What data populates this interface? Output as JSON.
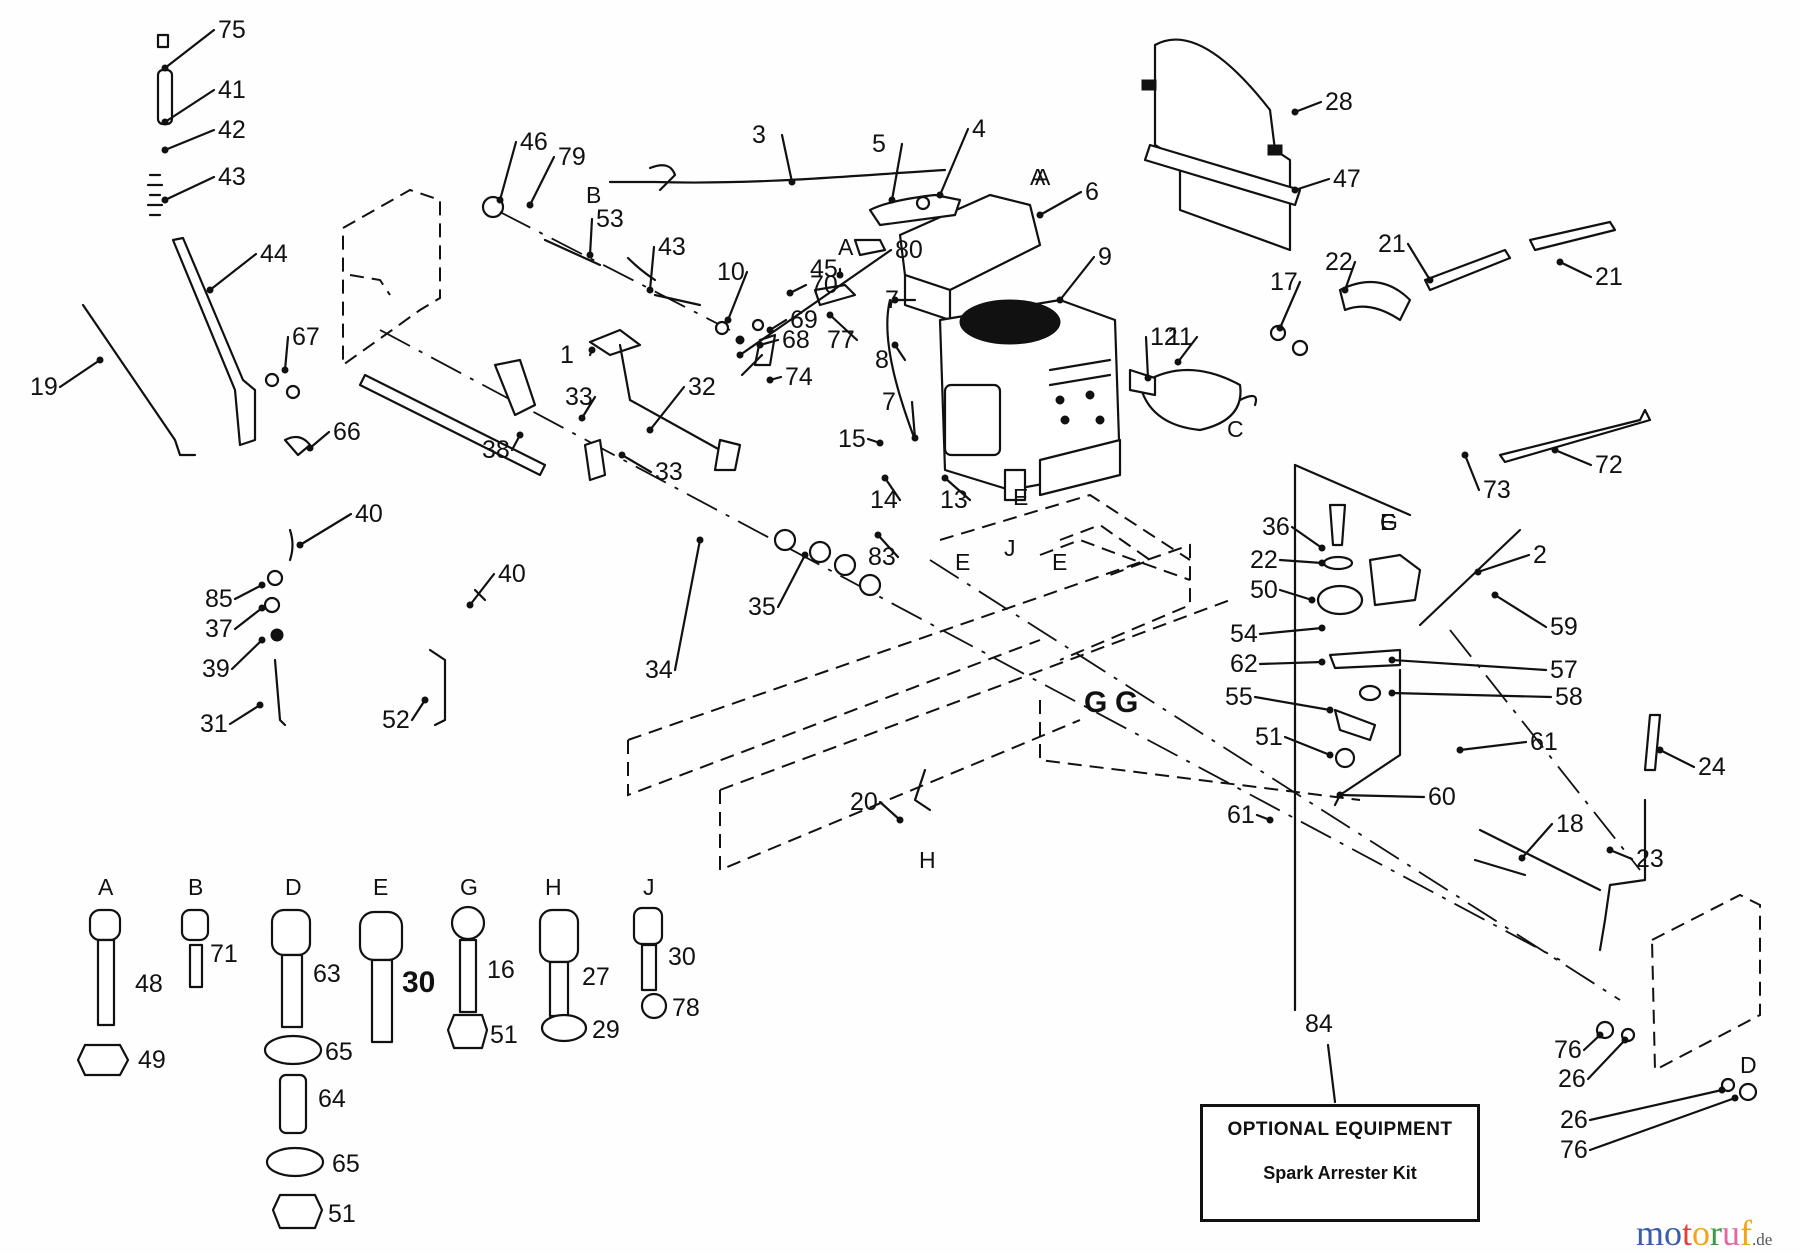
{
  "diagram": {
    "type": "exploded-parts-diagram",
    "subject": "Lawn tractor engine, controls and clutch linkage",
    "callouts": {
      "engine_group": [
        "3",
        "4",
        "5",
        "6",
        "7",
        "7",
        "8",
        "9",
        "10",
        "11",
        "12",
        "13",
        "14",
        "15",
        "17",
        "21",
        "21",
        "22",
        "28",
        "47",
        "45",
        "53",
        "43",
        "46",
        "79",
        "68",
        "69",
        "70",
        "74",
        "77",
        "80",
        "83"
      ],
      "left_controls": [
        "75",
        "41",
        "42",
        "43",
        "44",
        "19",
        "67",
        "66",
        "1",
        "32",
        "33",
        "33",
        "38",
        "34",
        "35",
        "40",
        "40",
        "85",
        "37",
        "39",
        "31",
        "52"
      ],
      "clutch_group": [
        "36",
        "22",
        "50",
        "2",
        "59",
        "54",
        "62",
        "57",
        "55",
        "58",
        "51",
        "61",
        "61",
        "60",
        "72",
        "73",
        "24",
        "18",
        "23",
        "20",
        "76",
        "26",
        "26",
        "76"
      ],
      "reference_letters": [
        "A",
        "A",
        "A",
        "B",
        "C",
        "D",
        "E",
        "E",
        "E",
        "E",
        "G",
        "G",
        "G",
        "H",
        "J"
      ]
    },
    "hardware_legend": [
      {
        "key": "A",
        "parts": [
          "48",
          "49"
        ]
      },
      {
        "key": "B",
        "parts": [
          "71"
        ]
      },
      {
        "key": "D",
        "parts": [
          "63",
          "65",
          "64",
          "65",
          "51"
        ]
      },
      {
        "key": "E",
        "parts": [
          "30"
        ]
      },
      {
        "key": "G",
        "parts": [
          "16",
          "51"
        ]
      },
      {
        "key": "H",
        "parts": [
          "27",
          "29"
        ]
      },
      {
        "key": "J",
        "parts": [
          "30",
          "78"
        ]
      }
    ],
    "optional_equipment": {
      "callout": "84",
      "title": "OPTIONAL EQUIPMENT",
      "item": "Spark Arrester Kit"
    }
  },
  "watermark": {
    "letters": [
      "m",
      "o",
      "t",
      "o",
      "r",
      "u",
      "f"
    ],
    "colors": [
      "#3b5bab",
      "#3b5bab",
      "#e0403a",
      "#f3a41b",
      "#3b9a47",
      "#e06aa0",
      "#f3a41b"
    ],
    "suffix": ".de"
  }
}
